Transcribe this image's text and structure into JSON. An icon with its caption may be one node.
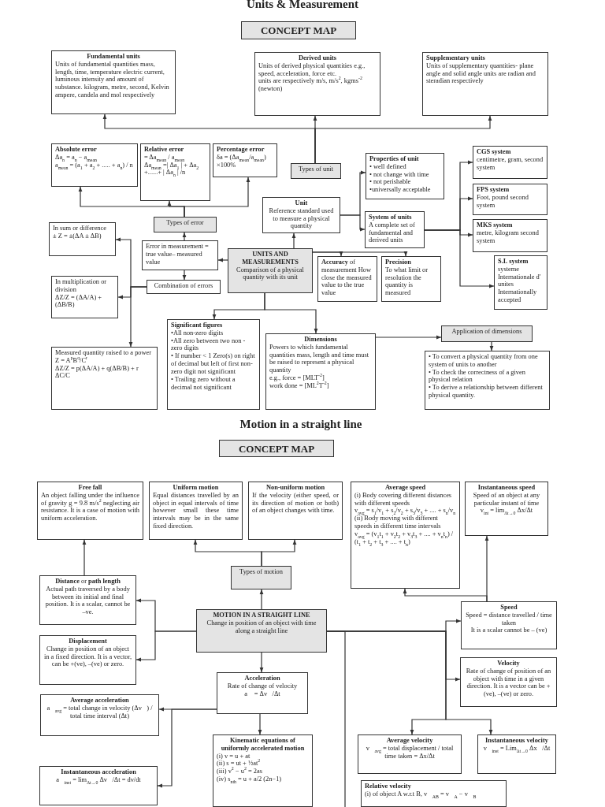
{
  "diagram": {
    "title": "Units & Measurement",
    "nodes": [
      {
        "text": [
          "CONCEPT MAP"
        ]
      },
      {
        "text": [
          "Fundamental units",
          "Units of fundamental quantities mass, length, time, temperature electric current, luminous intensity and amount of substance. kilogram, metre, second, Kelvin ampere, candela and mol respectively"
        ]
      },
      {
        "text": [
          "Derived units",
          "Units of derived physical quantities e.g., speed, acceleration, force etc.",
          "units are respectively m/s, m/s$^{2}$, kgms$^{-2}$ (newton)"
        ]
      },
      {
        "text": [
          "Supplementary units",
          "Units of supplementary quantities- plane angle and solid angle units are radian and steradian respectively"
        ]
      },
      {
        "text": [
          "Absolute error",
          "Δa$_{n}$ = a$_{n}$ − a$_{mean}$",
          "a$_{mean}$ = (a$_{1}$ + a$_{2}$ + ..... + a$_{n}$) / n"
        ]
      },
      {
        "text": [
          "Relative error",
          "= Δa$_{mean}$ / a$_{mean}$",
          "Δa$_{mean}$ =| Δa$_{1}$ | + Δa$_{2}$ +......+ | Δa$_{n}$ | /n"
        ]
      },
      {
        "text": [
          "Percentage error",
          "δa = (Δa$_{mean}$/a$_{mean}$) ×100%"
        ]
      },
      {
        "text": [
          "Types of unit"
        ]
      },
      {
        "text": [
          "Properties of unit",
          "• well defined",
          "• not change with time",
          "• not perishable",
          "•universally acceptable"
        ]
      },
      {
        "text": [
          "CGS system",
          "centimetre, gram, second system"
        ]
      },
      {
        "text": [
          "FPS system",
          "Foot, pound second system"
        ]
      },
      {
        "text": [
          "Unit",
          "Reference standard used to measure a physical quantity"
        ]
      },
      {
        "text": [
          "Types of error"
        ]
      },
      {
        "text": [
          "System of units",
          "A complete set of fundamental and derived units"
        ]
      },
      {
        "text": [
          "MKS system",
          "metre, kilogram second system"
        ]
      },
      {
        "text": [
          "In sum or difference",
          "± Z = ±(ΔA ± ΔB)"
        ]
      },
      {
        "text": [
          "Error in measurement = true value– measured value"
        ]
      },
      {
        "text": [
          "UNITS AND MEASUREMENTS",
          "Comparison of a physical quantity with its unit"
        ]
      },
      {
        "text": [
          "**Accuracy** of measurement How close the measured value to the true value"
        ]
      },
      {
        "text": [
          "Precision",
          "To what limit or resolution the quantity is measured"
        ]
      },
      {
        "text": [
          "S.I. system",
          "systeme Internationale d' unites Internationally accepted"
        ]
      },
      {
        "text": [
          "In multiplication or division",
          "ΔZ/Z = (ΔA/A) + (ΔB/B)"
        ]
      },
      {
        "text": [
          "Combination of errors"
        ]
      },
      {
        "text": [
          "Measured quantity raised to a power",
          "Z = A$^{p}$B$^{q}$/C$^{r}$",
          "ΔZ/Z = p(ΔA/A) + q(ΔB/B) + r ΔC/C"
        ]
      },
      {
        "text": [
          "Significant figures",
          "•All non-zero digits",
          "•All zero between two non -zero digits",
          "• If number < 1 Zero(s) on right of decimal but left of first non-zero digit not significant",
          "• Trailing zero without a decimal not significant"
        ]
      },
      {
        "text": [
          "Dimensions",
          "Powers to which fundamental quantities mass, length and time must be raised to represent a physical quantity",
          "e.g., force = [MLT$^{-2}$]",
          "work done = [ML$^{2}$T$^{-2}$]"
        ]
      },
      {
        "text": [
          "Application of dimensions"
        ]
      },
      {
        "text": [
          "• To convert a physical quantity from one system of units to another",
          "• To check the correctness of a given physical relation",
          "• To derive a relationship between different physical quantity."
        ]
      },
      {
        "text": [
          "CONCEPT MAP"
        ]
      },
      {
        "text": [
          "Free fall",
          "An object falling under the influence of gravity g = 9.8 m/s$^{2}$ neglecting air resistance. It is a case of motion with uniform acceleration."
        ]
      },
      {
        "text": [
          "Uniform motion",
          "Equal distances travelled by an object in equal intervals of time however small these time intervals may be in the same fixed direction."
        ]
      },
      {
        "text": [
          "Non-uniform motion",
          "If the velocity (either speed, or its direction of motion or both) of an object changes with time."
        ]
      },
      {
        "text": [
          "Average speed",
          "(i) Body covering different distances with different speeds",
          "v$_{avg}$ = s$_{1}$/v$_{1}$ + s$_{2}$/v$_{2}$ + s$_{3}$/v$_{3}$ + .... + s$_{n}$/v$_{n}$",
          "(ii) Body moving with different speeds in different time intervals",
          "v$_{avg}$ = (v$_{1}$t$_{1}$ + v$_{2}$t$_{2}$ + v$_{3}$t$_{3}$ + .... + v$_{n}$t$_{n}$) / (t$_{1}$ + t$_{2}$ + t$_{3}$ + .... + t$_{n}$)"
        ]
      },
      {
        "text": [
          "Instantaneous speed",
          "Speed of an object at any particular instant of time",
          "v$_{int}$ = lim$_{Δt→0}$ Δx/Δt"
        ]
      },
      {
        "text": [
          "Types of motion"
        ]
      },
      {
        "text": [
          "**Distance** or **path length**",
          "Actual path traversed by a body between its initial and final position. It is a scalar, cannot be –ve."
        ]
      },
      {
        "text": [
          "MOTION IN A STRAIGHT LINE",
          "Change in position of an object with time along a straight line"
        ]
      },
      {
        "text": [
          "Speed",
          "Speed = distance travelled / time taken",
          "It is a scalar cannot be – (ve)"
        ]
      },
      {
        "text": [
          "Displacement",
          "Change in position of an object in a fixed direction. It is a vector, can be +(ve), –(ve) or zero."
        ]
      },
      {
        "text": [
          "Velocity",
          "Rate of change of position of an object with time in a given direction. It is a vector can be +(ve), –(ve) or zero."
        ]
      },
      {
        "text": [
          "Acceleration",
          "Rate of change of velocity",
          "a⃗ = Δv⃗/Δt"
        ]
      },
      {
        "text": [
          "Average acceleration",
          "a⃗$_{avg}$ = total change in velocity (Δv⃗) / total time interval (Δt)"
        ]
      },
      {
        "text": [
          "Average velocity",
          "v⃗$_{avg}$ = total displacement / total time taken = Δx/Δt"
        ]
      },
      {
        "text": [
          "Instantaneous velocity",
          "v⃗$_{inst}$ = Lim$_{Δt→0}$ Δx⃗/Δt"
        ]
      },
      {
        "text": [
          "Kinematic equations of uniformly accelerated motion",
          "(i) v = u + at",
          "(ii) s = ut + ½at$^{2}$",
          "(iii) v$^{2}$ − u$^{2}$ = 2as",
          "(iv) s$_{nth}$ = u + a/2 (2n−1)"
        ]
      },
      {
        "text": [
          "Instantaneous acceleration",
          "a⃗$_{inst}$ = lim$_{Δt→0}$ Δv⃗/Δt = dv/dt"
        ]
      },
      {
        "text": [
          "Relative velocity",
          "(i) of object A w.r.t B, v⃗$_{AB}$ = v⃗$_{A}$ − v⃗$_{B}$"
        ]
      }
    ],
    "edges": [
      {
        "from": 7,
        "to": 1,
        "arrow": "to"
      },
      {
        "from": 7,
        "to": 2,
        "arrow": "to"
      },
      {
        "from": 7,
        "to": 3,
        "arrow": "to"
      },
      {
        "from": 17,
        "to": 11,
        "arrow": "to"
      },
      {
        "from": 11,
        "to": 8,
        "arrow": "to"
      },
      {
        "from": 11,
        "to": 13,
        "arrow": "to"
      },
      {
        "from": 13,
        "to": 9,
        "arrow": "to"
      },
      {
        "from": 13,
        "to": 10,
        "arrow": "to"
      },
      {
        "from": 13,
        "to": 14,
        "arrow": "to"
      },
      {
        "from": 13,
        "to": 20,
        "arrow": "to"
      },
      {
        "from": 17,
        "to": 16,
        "arrow": "to"
      },
      {
        "from": 16,
        "to": 12,
        "arrow": "to"
      },
      {
        "from": 12,
        "to": 4,
        "arrow": "to"
      },
      {
        "from": 12,
        "to": 5,
        "arrow": "to"
      },
      {
        "from": 12,
        "to": 6,
        "arrow": "to"
      },
      {
        "from": 16,
        "to": 22,
        "arrow": "to"
      },
      {
        "from": 22,
        "to": 15,
        "arrow": "to"
      },
      {
        "from": 22,
        "to": 21,
        "arrow": "to"
      },
      {
        "from": 22,
        "to": 23,
        "arrow": "to"
      },
      {
        "from": 17,
        "to": 18,
        "arrow": "to"
      },
      {
        "from": 17,
        "to": 19,
        "arrow": "to"
      },
      {
        "from": 17,
        "to": 24,
        "arrow": "to"
      },
      {
        "from": 17,
        "to": 25,
        "arrow": "to"
      },
      {
        "from": 25,
        "to": 26,
        "arrow": "to"
      },
      {
        "from": 26,
        "to": 27,
        "arrow": "to"
      },
      {
        "from": 36,
        "to": 34,
        "arrow": "to"
      },
      {
        "from": 34,
        "to": 30,
        "arrow": "to"
      },
      {
        "from": 34,
        "to": 31,
        "arrow": "to"
      },
      {
        "from": 36,
        "to": 35,
        "arrow": "to"
      },
      {
        "from": 36,
        "to": 38,
        "arrow": "to"
      },
      {
        "from": 35,
        "to": 29,
        "arrow": "to"
      },
      {
        "from": 36,
        "to": 40,
        "arrow": "to"
      },
      {
        "from": 40,
        "to": 44,
        "arrow": "to"
      },
      {
        "from": 40,
        "to": 41,
        "arrow": "to"
      },
      {
        "from": 40,
        "to": 45,
        "arrow": "to"
      },
      {
        "from": 36,
        "to": 37,
        "arrow": "to"
      },
      {
        "from": 36,
        "to": 39,
        "arrow": "to"
      },
      {
        "from": 36,
        "to": 42,
        "arrow": "to"
      },
      {
        "from": 36,
        "to": 43,
        "arrow": "to"
      },
      {
        "from": 37,
        "to": 33,
        "arrow": "to"
      },
      {
        "from": 37,
        "to": 32,
        "arrow": "to"
      },
      {
        "from": 36,
        "to": null,
        "arrow": "none"
      }
    ],
    "labels": [
      "Motion in a straight line"
    ]
  }
}
